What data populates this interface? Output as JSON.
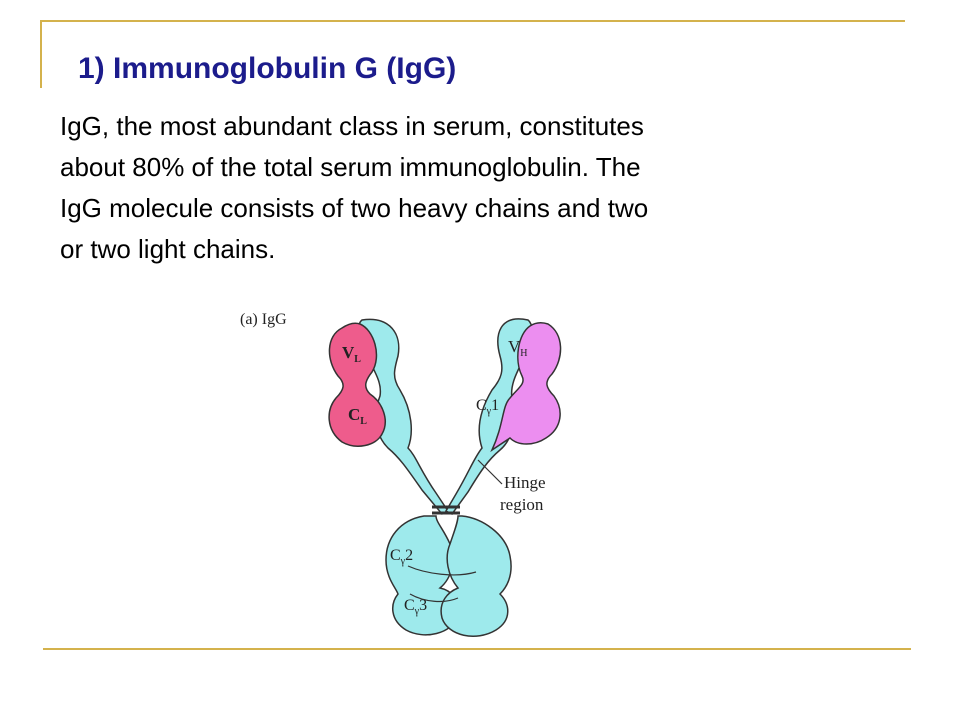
{
  "slide": {
    "title": "1) Immunoglobulin G (IgG)",
    "body_lines": [
      "IgG, the most abundant class in serum, constitutes",
      "about 80% of the total serum immunoglobulin.  The",
      "IgG molecule consists of two  heavy chains and two",
      "or two  light chains."
    ]
  },
  "diagram": {
    "panel_label": "(a) IgG",
    "vl": {
      "main": "V",
      "sub": "L"
    },
    "cl": {
      "main": "C",
      "sub": "L"
    },
    "vh": {
      "main": "V",
      "sub": "H"
    },
    "cg1": {
      "main": "C",
      "sub": "γ",
      "suffix": "1"
    },
    "cg2": {
      "main": "C",
      "sub": "γ",
      "suffix": "2"
    },
    "cg3": {
      "main": "C",
      "sub": "γ",
      "suffix": "3"
    },
    "hinge_line1": "Hinge",
    "hinge_line2": "region",
    "colors": {
      "heavy_chain": "#9eeaec",
      "light_chain": "#ee5c8c",
      "light_chain_right": "#ec8ef0",
      "outline": "#333333",
      "rules": "#d4b24c",
      "title": "#1c1c8c"
    }
  }
}
